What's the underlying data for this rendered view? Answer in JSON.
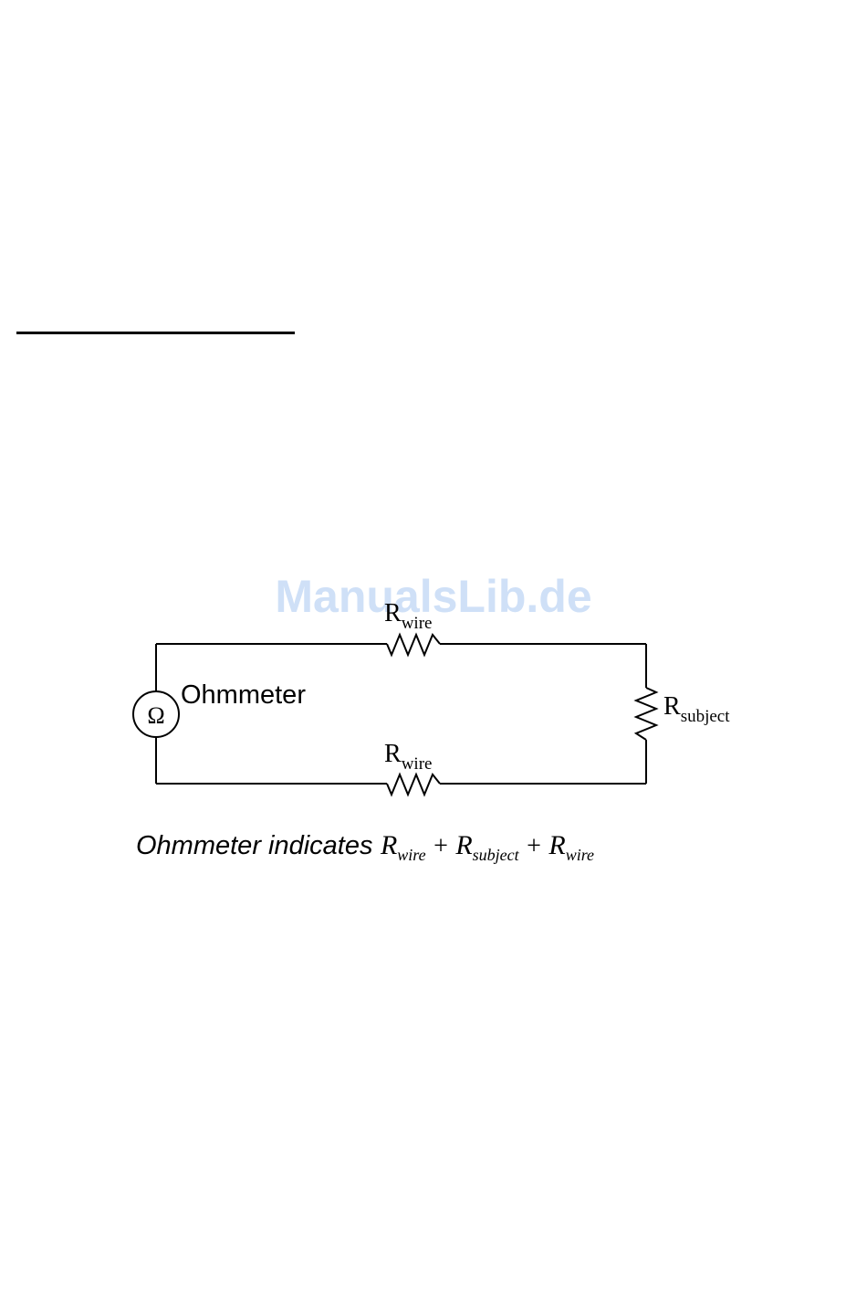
{
  "watermark": {
    "text": "ManualsLib.de"
  },
  "diagram": {
    "meter_symbol": "Ω",
    "meter_label": "Ohmmeter",
    "resistor_top": {
      "main": "R",
      "sub": "wire"
    },
    "resistor_bottom": {
      "main": "R",
      "sub": "wire"
    },
    "resistor_subject": {
      "main": "R",
      "sub": "subject"
    }
  },
  "caption": {
    "prefix": "Ohmmeter indicates",
    "terms": [
      {
        "main": "R",
        "sub": "wire"
      },
      {
        "main": "R",
        "sub": "subject"
      },
      {
        "main": "R",
        "sub": "wire"
      }
    ],
    "operator": "+"
  },
  "colors": {
    "ink": "#000000",
    "watermark": "#cfe0f7"
  }
}
